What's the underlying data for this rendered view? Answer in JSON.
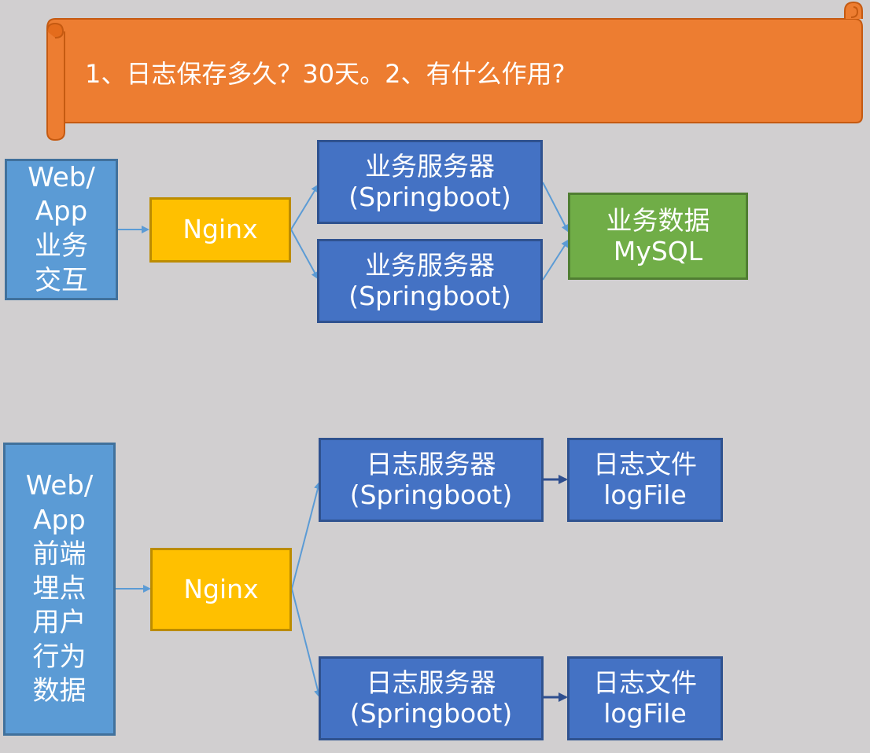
{
  "banner": {
    "text": "1、日志保存多久？30天。2、有什么作用?"
  },
  "top_flow": {
    "client": {
      "line1": "Web/",
      "line2": "App",
      "line3": "业务",
      "line4": "交互"
    },
    "nginx": {
      "label": "Nginx"
    },
    "server_1": {
      "line1": "业务服务器",
      "line2": "(Springboot)"
    },
    "server_2": {
      "line1": "业务服务器",
      "line2": "(Springboot)"
    },
    "database": {
      "line1": "业务数据",
      "line2": "MySQL"
    }
  },
  "bottom_flow": {
    "client": {
      "line1": "Web/",
      "line2": "App",
      "line3": "前端",
      "line4": "埋点",
      "line5": "用户",
      "line6": "行为",
      "line7": "数据"
    },
    "nginx": {
      "label": "Nginx"
    },
    "log_server_1": {
      "line1": "日志服务器",
      "line2": "(Springboot)"
    },
    "log_server_2": {
      "line1": "日志服务器",
      "line2": "(Springboot)"
    },
    "log_file_1": {
      "line1": "日志文件",
      "line2": "logFile"
    },
    "log_file_2": {
      "line1": "日志文件",
      "line2": "logFile"
    }
  },
  "colors": {
    "background": "#d1cfd0",
    "banner": "#ed7d31",
    "client": "#5b9bd5",
    "nginx": "#ffc000",
    "server": "#4472c4",
    "database": "#70ad47",
    "connector": "#5b9bd5",
    "dark_arrow": "#2f4f8f"
  }
}
